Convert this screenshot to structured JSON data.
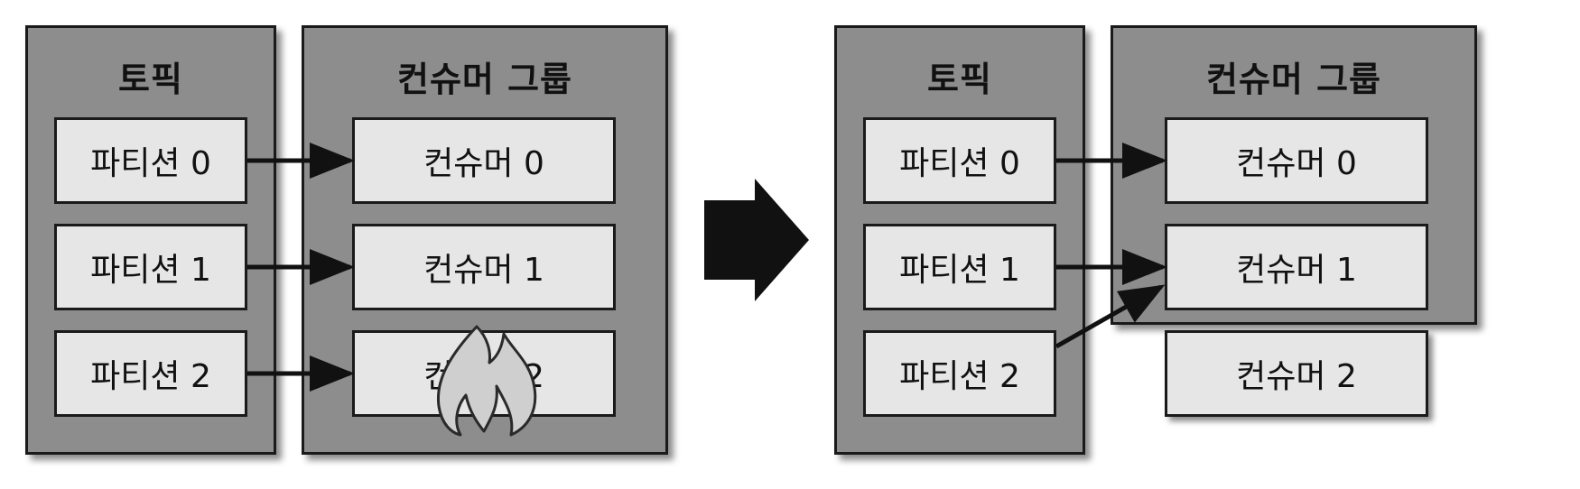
{
  "before": {
    "topic": {
      "title": "토픽",
      "partitions": [
        "파티션 0",
        "파티션 1",
        "파티션 2"
      ]
    },
    "consumer_group": {
      "title": "컨슈머 그룹",
      "consumers": [
        "컨슈머 0",
        "컨슈머 1",
        "컨슈머 2"
      ]
    }
  },
  "after": {
    "topic": {
      "title": "토픽",
      "partitions": [
        "파티션 0",
        "파티션 1",
        "파티션 2"
      ]
    },
    "consumer_group": {
      "title": "컨슈머 그룹",
      "consumers": [
        "컨슈머 0",
        "컨슈머 1"
      ]
    },
    "removed_consumer": "컨슈머 2"
  },
  "icons": {
    "failure": "fire-icon",
    "transition": "right-arrow-icon"
  }
}
